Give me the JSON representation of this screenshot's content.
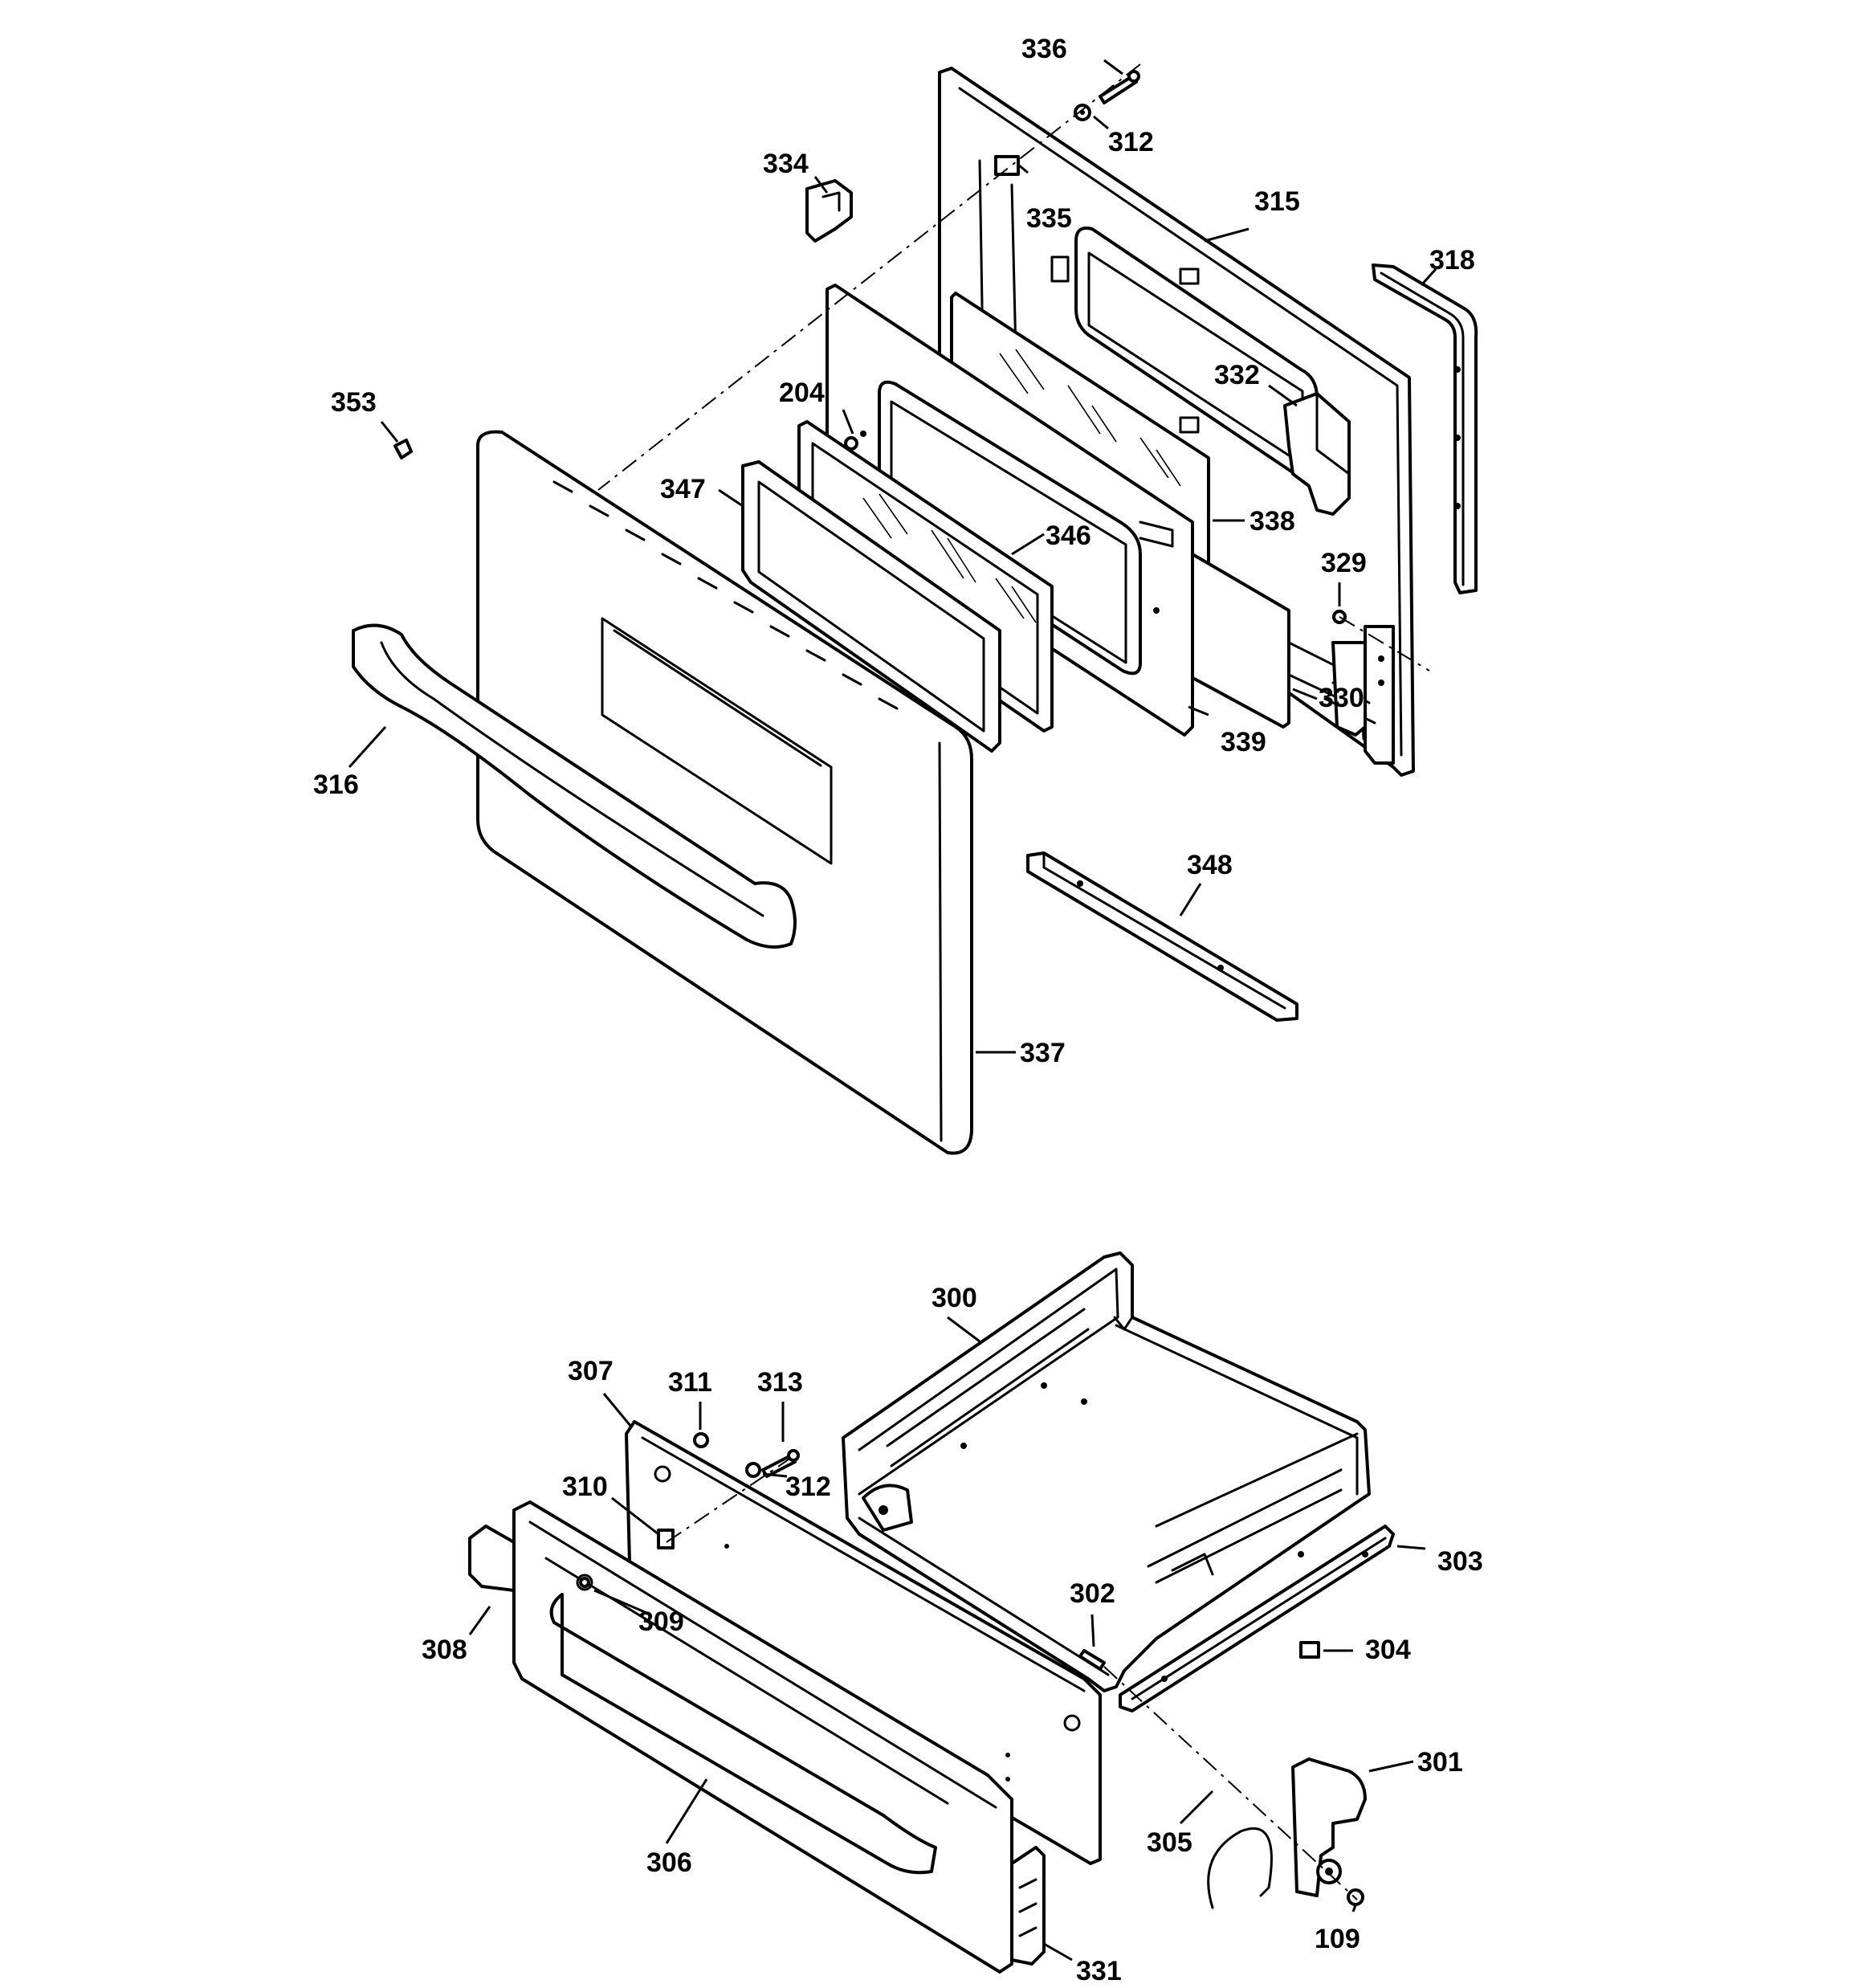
{
  "diagram": {
    "callouts": {
      "c336": "336",
      "c312a": "312",
      "c334": "334",
      "c335": "335",
      "c315": "315",
      "c318": "318",
      "c332": "332",
      "c204": "204",
      "c353": "353",
      "c347": "347",
      "c346": "346",
      "c338": "338",
      "c329": "329",
      "c330": "330",
      "c339": "339",
      "c316": "316",
      "c348": "348",
      "c337": "337",
      "c300": "300",
      "c307": "307",
      "c311": "311",
      "c313": "313",
      "c312b": "312",
      "c310": "310",
      "c303": "303",
      "c302": "302",
      "c309": "309",
      "c308": "308",
      "c304": "304",
      "c301": "301",
      "c305": "305",
      "c306": "306",
      "c109": "109",
      "c331": "331"
    }
  }
}
